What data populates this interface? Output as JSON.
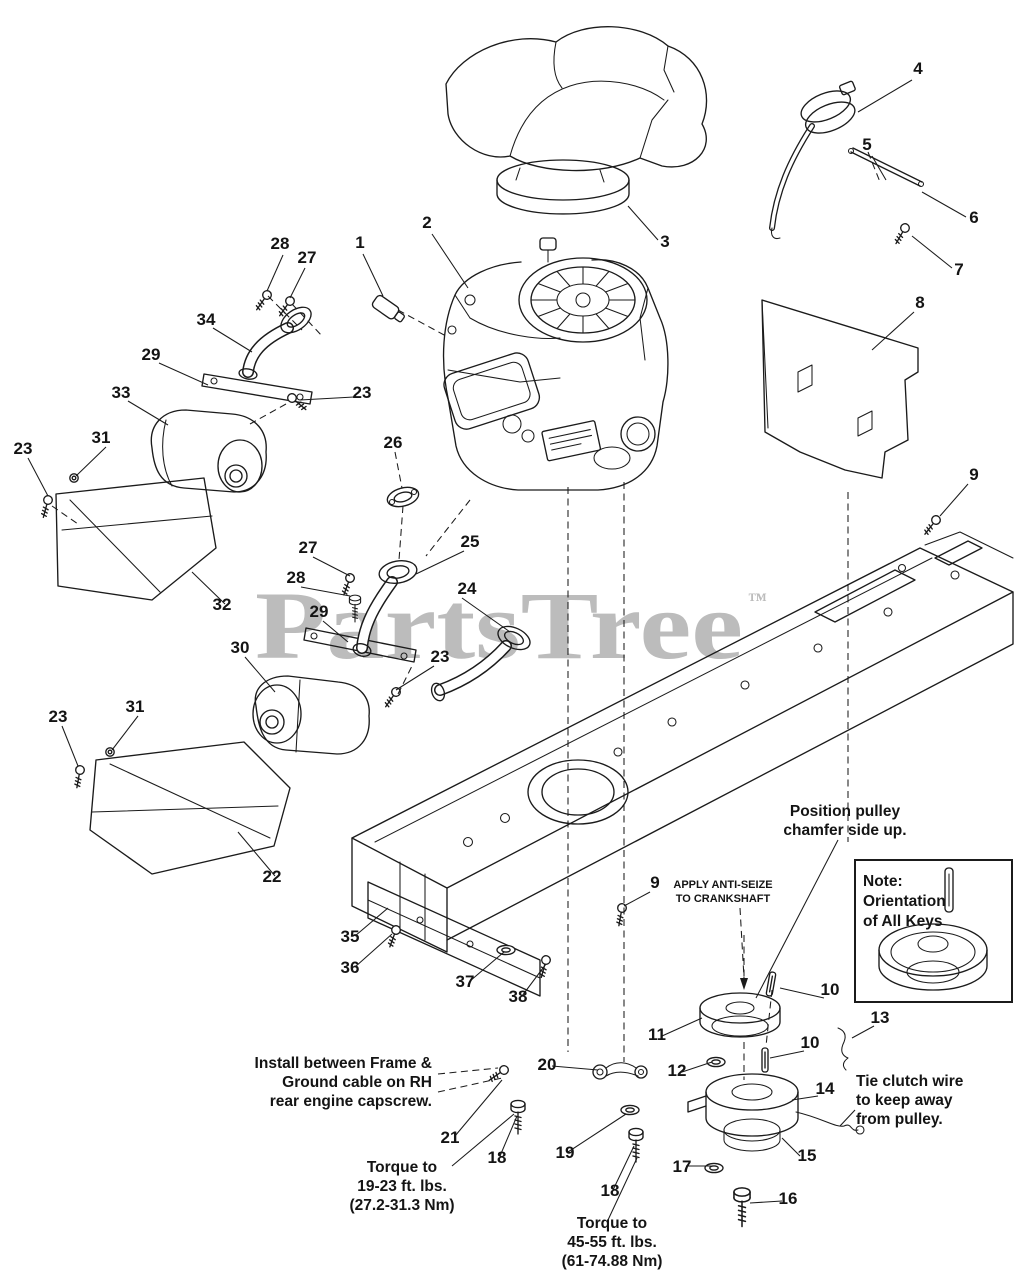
{
  "watermark": {
    "text": "PartsTree",
    "tm": "™"
  },
  "colors": {
    "ink": "#1b1b1b",
    "watermark": "#bcbcbc",
    "background": "#ffffff"
  },
  "callouts": [
    {
      "label": "28"
    },
    {
      "label": "27"
    },
    {
      "label": "1"
    },
    {
      "label": "2"
    },
    {
      "label": "3"
    },
    {
      "label": "4"
    },
    {
      "label": "5"
    },
    {
      "label": "6"
    },
    {
      "label": "7"
    },
    {
      "label": "34"
    },
    {
      "label": "29"
    },
    {
      "label": "33"
    },
    {
      "label": "23"
    },
    {
      "label": "8"
    },
    {
      "label": "23"
    },
    {
      "label": "31"
    },
    {
      "label": "26"
    },
    {
      "label": "9"
    },
    {
      "label": "27"
    },
    {
      "label": "28"
    },
    {
      "label": "25"
    },
    {
      "label": "24"
    },
    {
      "label": "32"
    },
    {
      "label": "29"
    },
    {
      "label": "30"
    },
    {
      "label": "23"
    },
    {
      "label": "23"
    },
    {
      "label": "31"
    },
    {
      "label": "22"
    },
    {
      "label": "35"
    },
    {
      "label": "9"
    },
    {
      "label": "36"
    },
    {
      "label": "37"
    },
    {
      "label": "38"
    },
    {
      "label": "10"
    },
    {
      "label": "11"
    },
    {
      "label": "12"
    },
    {
      "label": "10"
    },
    {
      "label": "13"
    },
    {
      "label": "20"
    },
    {
      "label": "14"
    },
    {
      "label": "21"
    },
    {
      "label": "18"
    },
    {
      "label": "19"
    },
    {
      "label": "17"
    },
    {
      "label": "15"
    },
    {
      "label": "18"
    },
    {
      "label": "16"
    }
  ],
  "annotations": {
    "position_pulley": [
      "Position pulley",
      "chamfer side up."
    ],
    "note_keys": [
      "Note:",
      "Orientation",
      "of All Keys"
    ],
    "anti_seize": [
      "APPLY ANTI-SEIZE",
      "TO CRANKSHAFT"
    ],
    "ground_cable": [
      "Install between Frame &",
      "Ground cable on RH",
      "rear engine capscrew."
    ],
    "torque_small": [
      "Torque to",
      "19-23 ft. lbs.",
      "(27.2-31.3 Nm)"
    ],
    "tie_clutch": [
      "Tie clutch wire",
      "to keep away",
      "from pulley."
    ],
    "torque_large": [
      "Torque to",
      "45-55 ft. lbs.",
      "(61-74.88 Nm)"
    ]
  }
}
